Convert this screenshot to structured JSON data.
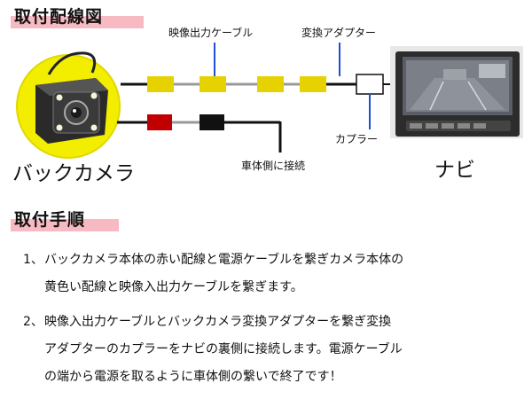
{
  "wiring": {
    "title": "取付配線図",
    "labels": {
      "av_cable": "映像出力ケーブル",
      "adapter": "変換アダプター",
      "coupler": "カプラー",
      "chassis": "車体側に接続",
      "camera": "バックカメラ",
      "navi": "ナビ"
    },
    "colors": {
      "cable_yellow": "#e6d200",
      "cable_red": "#c00000",
      "cable_black": "#111111",
      "camera_circle": "#f3ee00",
      "wire_blue": "#1d4fd8",
      "heading_bar": "#f7b9c2"
    }
  },
  "procedure": {
    "title": "取付手順",
    "steps": [
      {
        "num": "1、",
        "lines": [
          "バックカメラ本体の赤い配線と電源ケーブルを繋ぎカメラ本体の",
          "黄色い配線と映像入出力ケーブルを繋ぎます。"
        ]
      },
      {
        "num": "2、",
        "lines": [
          "映像入出力ケーブルとバックカメラ変換アダプターを繋ぎ変換",
          "アダプターのカプラーをナビの裏側に接続します。電源ケーブル",
          "の端から電源を取るように車体側の繋いで終了です！"
        ]
      }
    ]
  }
}
